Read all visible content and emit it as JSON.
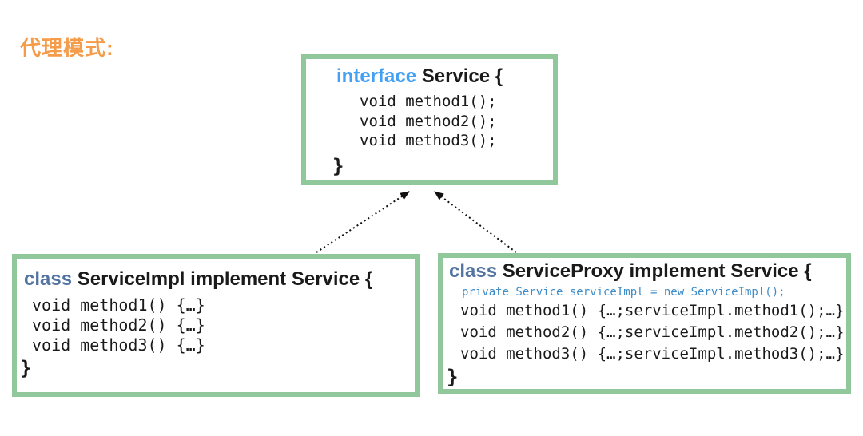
{
  "page": {
    "title": "代理模式:"
  },
  "colors": {
    "title_orange": "#F59C4A",
    "box_border_green": "#90C89B",
    "keyword_blue": "#42A0F5",
    "keyword_slate": "#5374A0",
    "code_blue": "#3E8CC8",
    "text_dark": "#1A1A1A",
    "arrow_black": "#111111"
  },
  "diagram": {
    "interface_box": {
      "keyword": "interface",
      "name": "Service {",
      "lines": [
        "void method1();",
        "void method2();",
        "void method3();"
      ],
      "closing": "}"
    },
    "impl_box": {
      "keyword": "class",
      "name": "ServiceImpl implement Service {",
      "lines": [
        "void method1() {…}",
        "void method2() {…}",
        "void method3() {…}"
      ],
      "closing": "}"
    },
    "proxy_box": {
      "keyword": "class",
      "name": "ServiceProxy implement Service {",
      "field_line": "private Service serviceImpl = new ServiceImpl();",
      "lines": [
        "void method1() {…;serviceImpl.method1();…}",
        "void method2() {…;serviceImpl.method2();…}",
        "void method3() {…;serviceImpl.method3();…}"
      ],
      "closing": "}"
    },
    "arrows": [
      {
        "name": "impl-implements-service",
        "style": "dotted"
      },
      {
        "name": "proxy-implements-service",
        "style": "dotted"
      }
    ]
  }
}
